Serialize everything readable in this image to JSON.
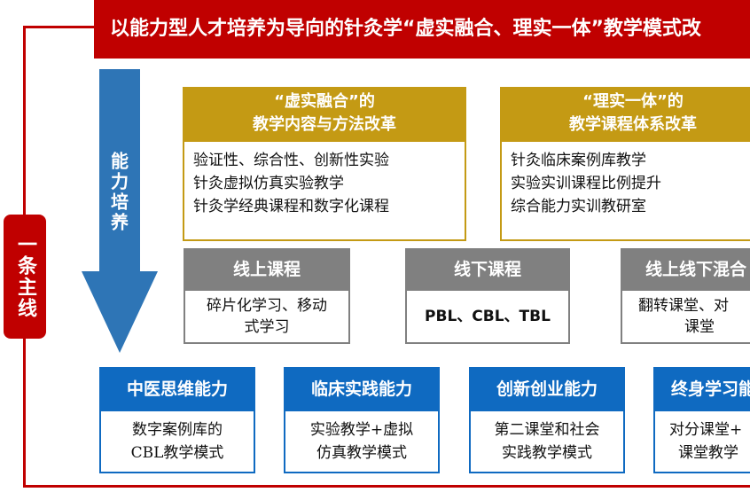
{
  "title": "以能力型人才培养为导向的针灸学“虚实融合、理实一体”教学模式改",
  "main_line": "一条主线",
  "arrow_label": "能力培养",
  "reform_boxes": [
    {
      "heading_line1": "“虚实融合”的",
      "heading_line2": "教学内容与方法改革",
      "items": [
        "验证性、综合性、创新性实验",
        "针灸虚拟仿真实验教学",
        "针灸学经典课程和数字化课程"
      ]
    },
    {
      "heading_line1": "“理实一体”的",
      "heading_line2": "教学课程体系改革",
      "items": [
        "针灸临床案例库教学",
        "实验实训课程比例提升",
        "综合能力实训教研室"
      ]
    }
  ],
  "course_boxes": [
    {
      "heading": "线上课程",
      "body_line1": "碎片化学习、移动",
      "body_line2": "式学习"
    },
    {
      "heading": "线下课程",
      "body_line1": "PBL、CBL、TBL",
      "body_line2": ""
    },
    {
      "heading": "线上线下混合",
      "body_line1": "翻转课堂、对",
      "body_line2": "课堂"
    }
  ],
  "ability_boxes": [
    {
      "heading": "中医思维能力",
      "body_line1": "数字案例库的",
      "body_line2": "CBL教学模式"
    },
    {
      "heading": "临床实践能力",
      "body_line1": "实验教学+虚拟",
      "body_line2": "仿真教学模式"
    },
    {
      "heading": "创新创业能力",
      "body_line1": "第二课堂和社会",
      "body_line2": "实践教学模式"
    },
    {
      "heading": "终身学习能",
      "body_line1": "对分课堂+",
      "body_line2": "课堂教学"
    }
  ],
  "colors": {
    "red": "#c00000",
    "gold": "#c49a14",
    "gray": "#808080",
    "blue": "#0f6ac1"
  }
}
